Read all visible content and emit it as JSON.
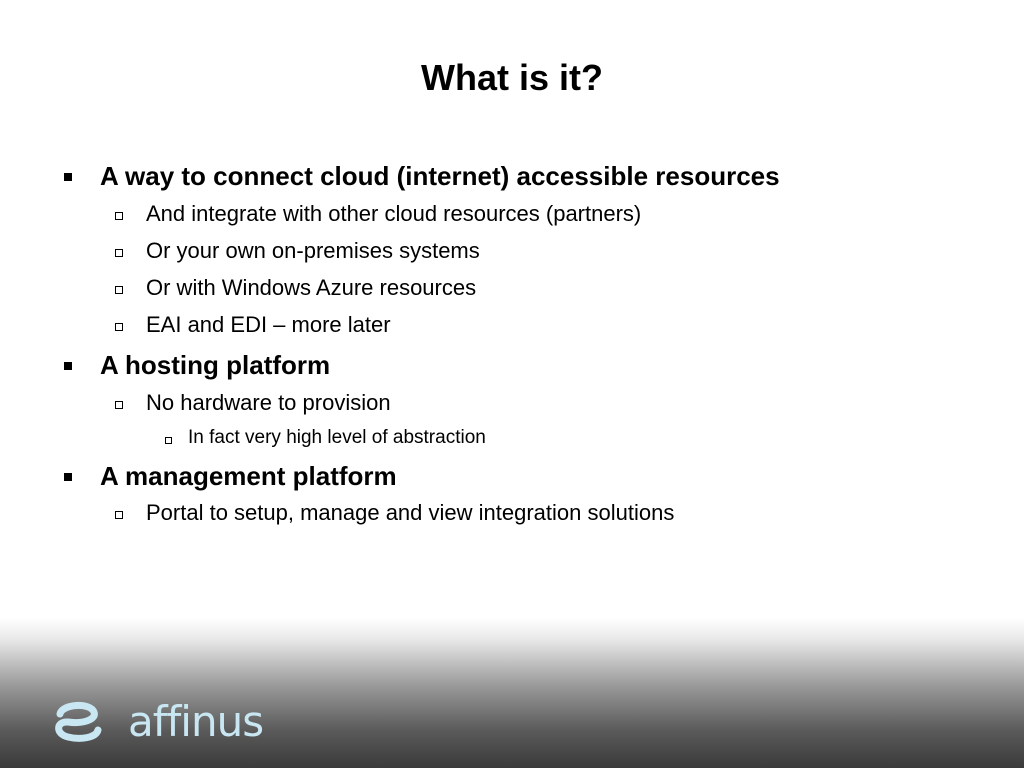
{
  "slide": {
    "title": "What is it?",
    "bullets": [
      {
        "level": 1,
        "text": "A way to connect cloud (internet) accessible resources"
      },
      {
        "level": 2,
        "text": "And integrate with other cloud resources (partners)"
      },
      {
        "level": 2,
        "text": "Or your own on-premises systems"
      },
      {
        "level": 2,
        "text": "Or with Windows Azure resources"
      },
      {
        "level": 2,
        "text": "EAI and EDI – more later"
      },
      {
        "level": 1,
        "text": "A hosting platform"
      },
      {
        "level": 2,
        "text": "No hardware to provision"
      },
      {
        "level": 3,
        "text": "In fact very high level of abstraction"
      },
      {
        "level": 1,
        "text": "A management platform"
      },
      {
        "level": 2,
        "text": "Portal to setup, manage and view integration solutions"
      }
    ]
  },
  "footer": {
    "logo_text": "affinus",
    "logo_icon": "affinus-swirl-icon",
    "logo_color": "#c9e7f3"
  }
}
